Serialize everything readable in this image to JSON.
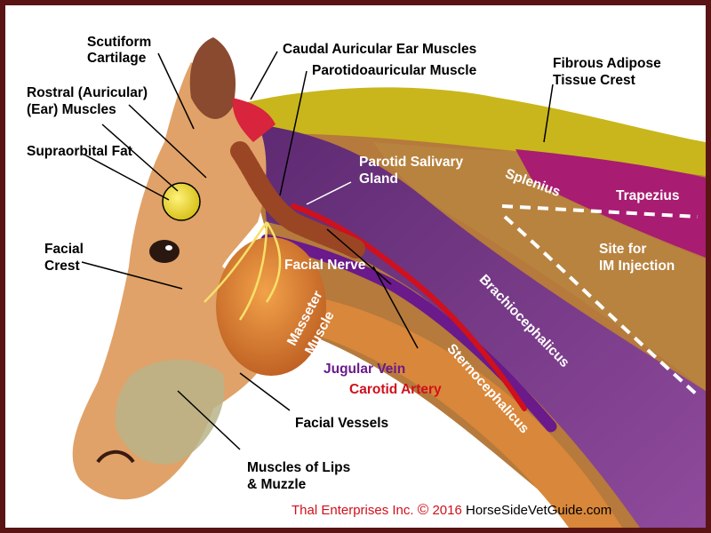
{
  "colors": {
    "frame": "#5a1414",
    "fat_crest": "#c9b61c",
    "trapezius": "#a81c72",
    "brachiocephalicus": "#7a3c8c",
    "jugular_vein": "#6a1a8a",
    "carotid_artery": "#d0101c",
    "muscle_orange": "#d9873a",
    "splenius": "#b57a3c"
  },
  "labels": {
    "scutiform_1": "Scutiform",
    "scutiform_2": "Cartilage",
    "caudal_auricular": "Caudal Auricular Ear Muscles",
    "parotidoauricular": "Parotidoauricular Muscle",
    "fibrous_1": "Fibrous Adipose",
    "fibrous_2": "Tissue Crest",
    "rostral_1": "Rostral (Auricular)",
    "rostral_2": "(Ear) Muscles",
    "supraorbital": "Supraorbital Fat",
    "parotid_1": "Parotid Salivary",
    "parotid_2": "Gland",
    "splenius": "Splenius",
    "trapezius": "Trapezius",
    "site_1": "Site for",
    "site_2": "IM Injection",
    "facial_crest_1": "Facial",
    "facial_crest_2": "Crest",
    "facial_nerve": "Facial Nerve",
    "masseter_1": "Masseter",
    "masseter_2": "Muscle",
    "brachiocephalicus": "Brachiocephalicus",
    "jugular": "Jugular Vein",
    "carotid": "Carotid Artery",
    "sternocephalicus": "Sternocephalicus",
    "facial_vessels": "Facial Vessels",
    "lips_1": "Muscles of Lips",
    "lips_2": "& Muzzle"
  },
  "footer": {
    "company": "Thal Enterprises Inc.",
    "copyright_symbol": "©",
    "year": "2016",
    "site": "HorseSideVetGuide.com"
  }
}
